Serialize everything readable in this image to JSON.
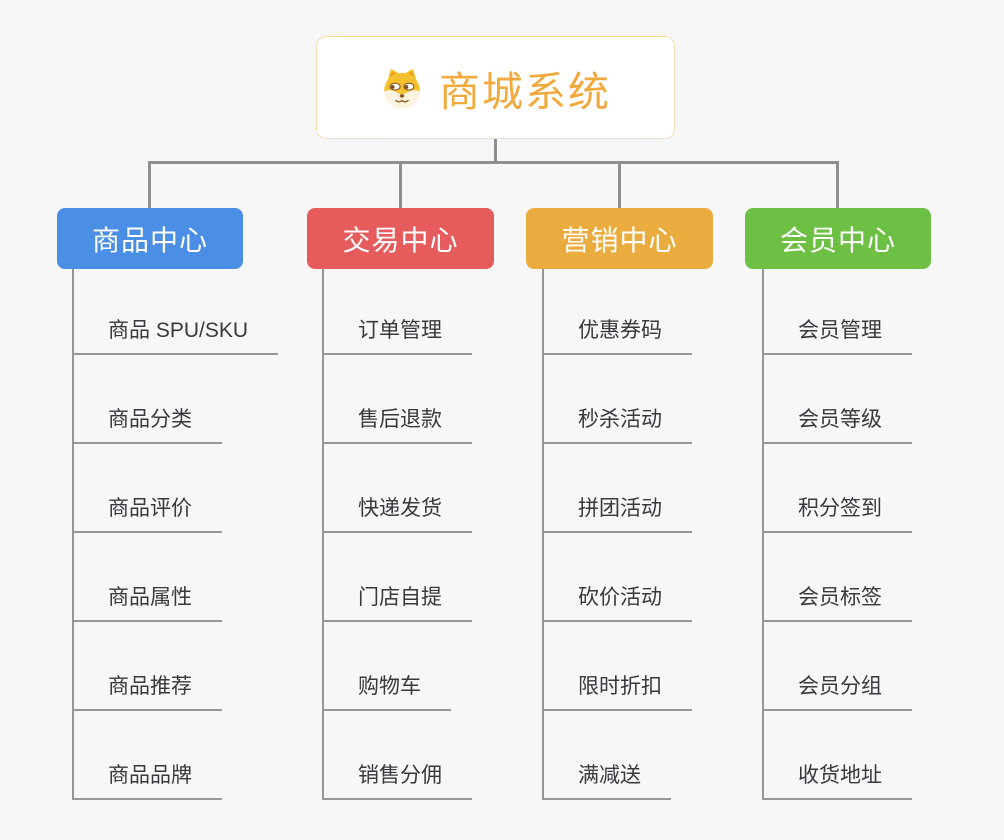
{
  "root": {
    "title": "商城系统",
    "icon": "dog-face-icon"
  },
  "branches": [
    {
      "label": "商品中心",
      "color": "#4a8ee6",
      "items": [
        "商品 SPU/SKU",
        "商品分类",
        "商品评价",
        "商品属性",
        "商品推荐",
        "商品品牌"
      ]
    },
    {
      "label": "交易中心",
      "color": "#e65b5b",
      "items": [
        "订单管理",
        "售后退款",
        "快递发货",
        "门店自提",
        "购物车",
        "销售分佣"
      ]
    },
    {
      "label": "营销中心",
      "color": "#ebac3f",
      "items": [
        "优惠券码",
        "秒杀活动",
        "拼团活动",
        "砍价活动",
        "限时折扣",
        "满减送"
      ]
    },
    {
      "label": "会员中心",
      "color": "#6ec045",
      "items": [
        "会员管理",
        "会员等级",
        "积分签到",
        "会员标签",
        "会员分组",
        "收货地址"
      ]
    }
  ],
  "colors": {
    "background": "#f7f7f7",
    "connector_line": "#8f8f8f",
    "leaf_line": "#979797",
    "leaf_text": "#37393e",
    "root_title": "#f1a93e",
    "root_border": "#f2bc6b"
  }
}
